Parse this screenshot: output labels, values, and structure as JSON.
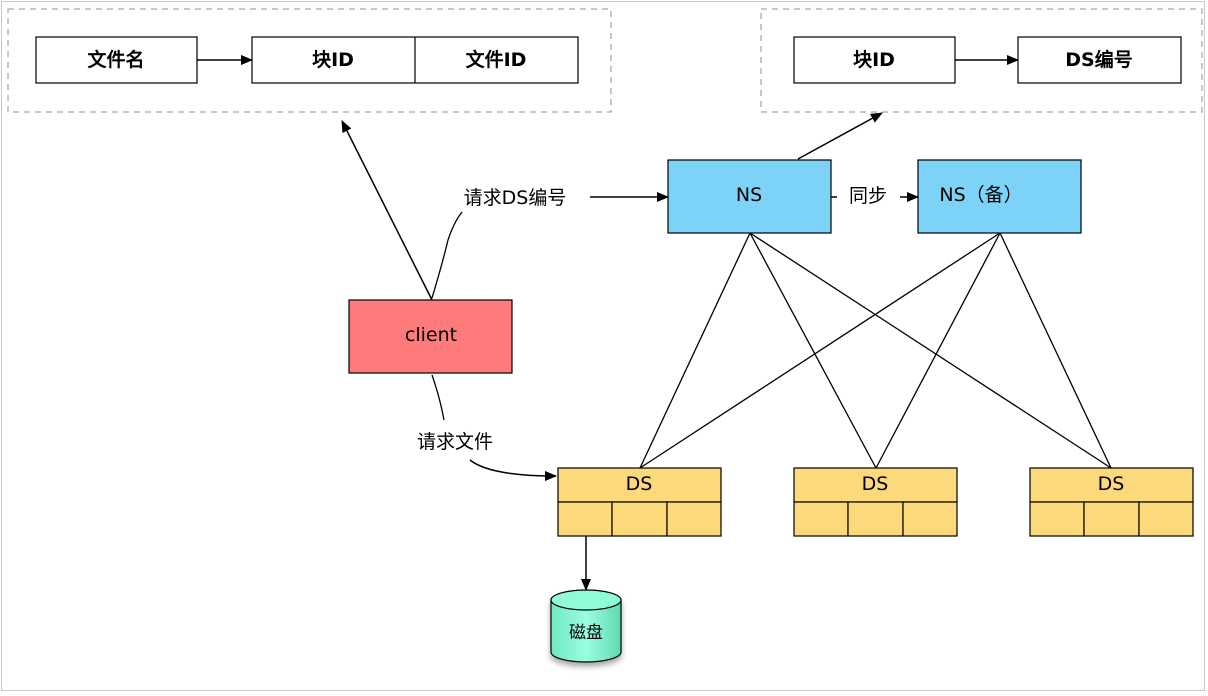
{
  "mapping_left": {
    "filename": "文件名",
    "block_id": "块ID",
    "file_id": "文件ID"
  },
  "mapping_right": {
    "block_id": "块ID",
    "ds_number": "DS编号"
  },
  "nodes": {
    "ns": "NS",
    "ns_backup": "NS（备）",
    "client": "client",
    "ds": [
      "DS",
      "DS",
      "DS"
    ],
    "disk": "磁盘"
  },
  "edges": {
    "request_ds_number": "请求DS编号",
    "sync": "同步",
    "request_file": "请求文件"
  },
  "colors": {
    "ns_fill": "#7dd3f7",
    "client_fill": "#ff7b7b",
    "ds_fill": "#fcd97a",
    "disk_fill": "#86fbd4",
    "dashed_border": "#b5b5b5",
    "line": "#000000"
  }
}
